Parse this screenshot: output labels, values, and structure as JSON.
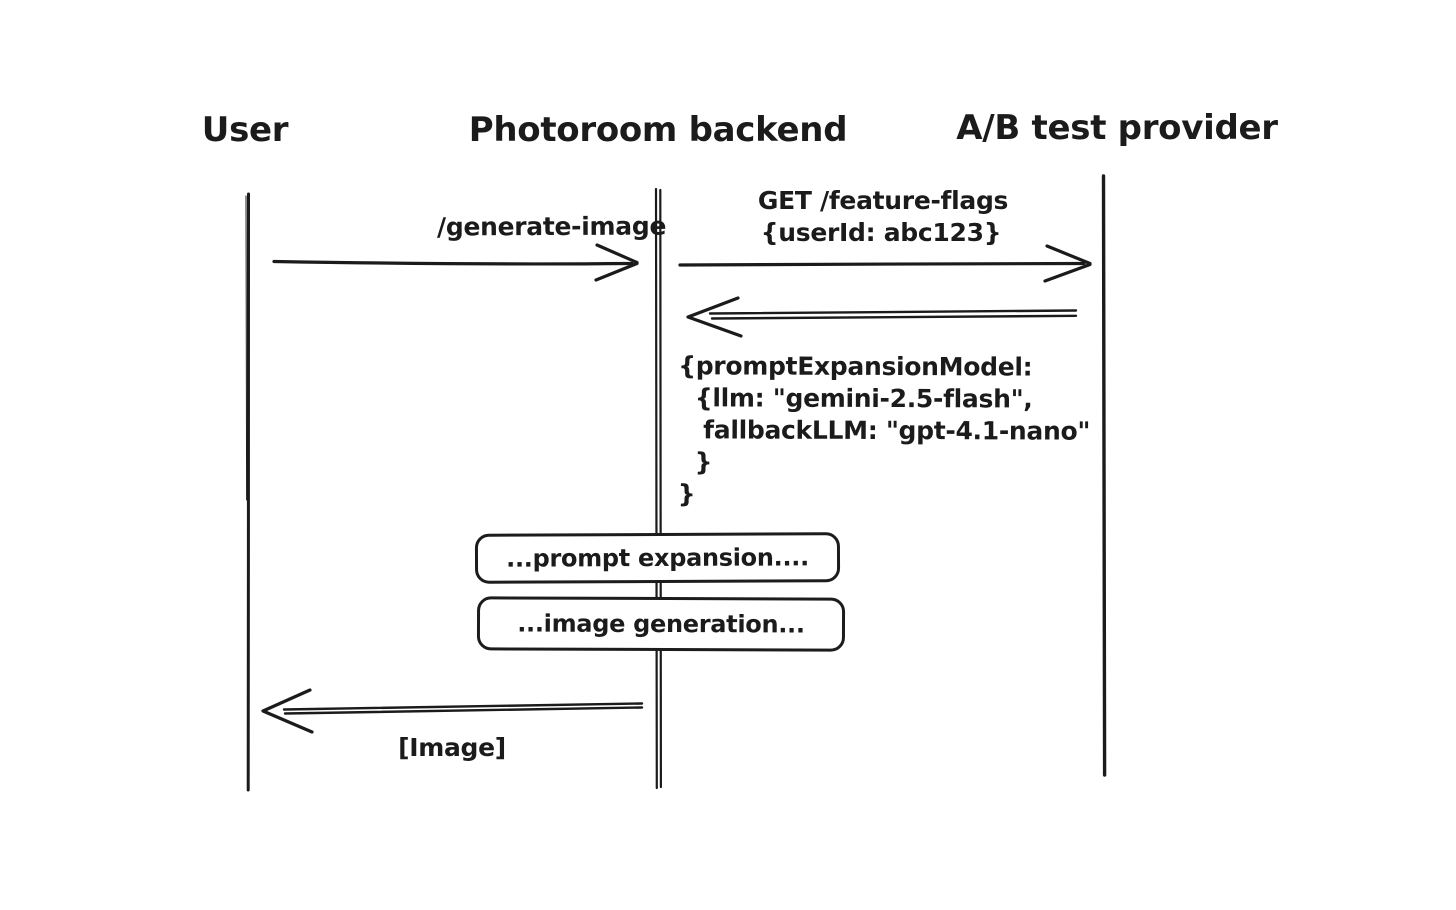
{
  "diagram": {
    "actors": [
      {
        "label": "User"
      },
      {
        "label": "Photoroom backend"
      },
      {
        "label": "A/B test provider"
      }
    ],
    "messages": {
      "generate_image": "/generate-image",
      "feature_flags_request_line1": "GET /feature-flags",
      "feature_flags_request_line2": "{userId: abc123}",
      "feature_flags_response": "{promptExpansionModel:\n  {llm: \"gemini-2.5-flash\",\n   fallbackLLM: \"gpt-4.1-nano\"\n  }\n}",
      "image_return": "[Image]"
    },
    "activities": [
      {
        "label": "...prompt expansion...."
      },
      {
        "label": "...image generation..."
      }
    ],
    "colors": {
      "stroke": "#1b1b1b",
      "background": "#ffffff"
    }
  }
}
